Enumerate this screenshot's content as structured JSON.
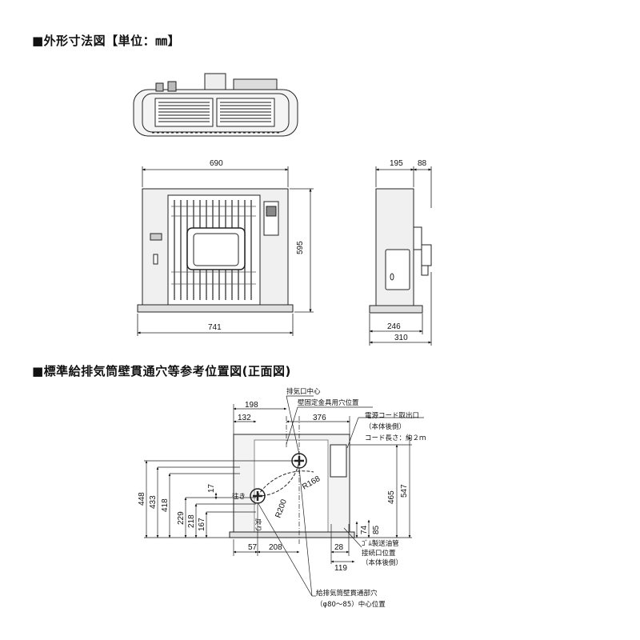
{
  "section1_title": "■外形寸法図【単位：㎜】",
  "section2_title": "■標準給排気筒壁貫通穴等参考位置図(正面図)",
  "front_view": {
    "width_top": "690",
    "width_bottom": "741",
    "height": "595"
  },
  "side_view": {
    "top_a": "195",
    "top_b": "88",
    "bottom_a": "246",
    "bottom_b": "310"
  },
  "position_view": {
    "d198": "198",
    "d132": "132",
    "d376": "376",
    "h448": "448",
    "h433": "433",
    "h418": "418",
    "h229": "229",
    "h218": "218",
    "h167": "167",
    "h17": "17",
    "h465": "465",
    "h547": "547",
    "h74": "74",
    "h85": "85",
    "b57": "57",
    "b208": "208",
    "b28": "28",
    "b119": "119",
    "r168": "R168",
    "r200": "R200",
    "label_exhaust": "排気口中心",
    "label_bracket": "壁固定金具用穴位置",
    "label_cord": "電源コード取出口",
    "label_cord_back": "（本体後側）",
    "label_cord_len": "コード長さ：約２ｍ",
    "label_oil": "ｺﾞﾑ製送油管",
    "label_oil2": "接続口位置",
    "label_oil_back": "（本体後側）",
    "label_pipe": "給排気筒壁貫通部穴",
    "label_pipe2": "（φ80～85）中心位置",
    "label_iki": "往き",
    "label_modori": "戻り"
  }
}
